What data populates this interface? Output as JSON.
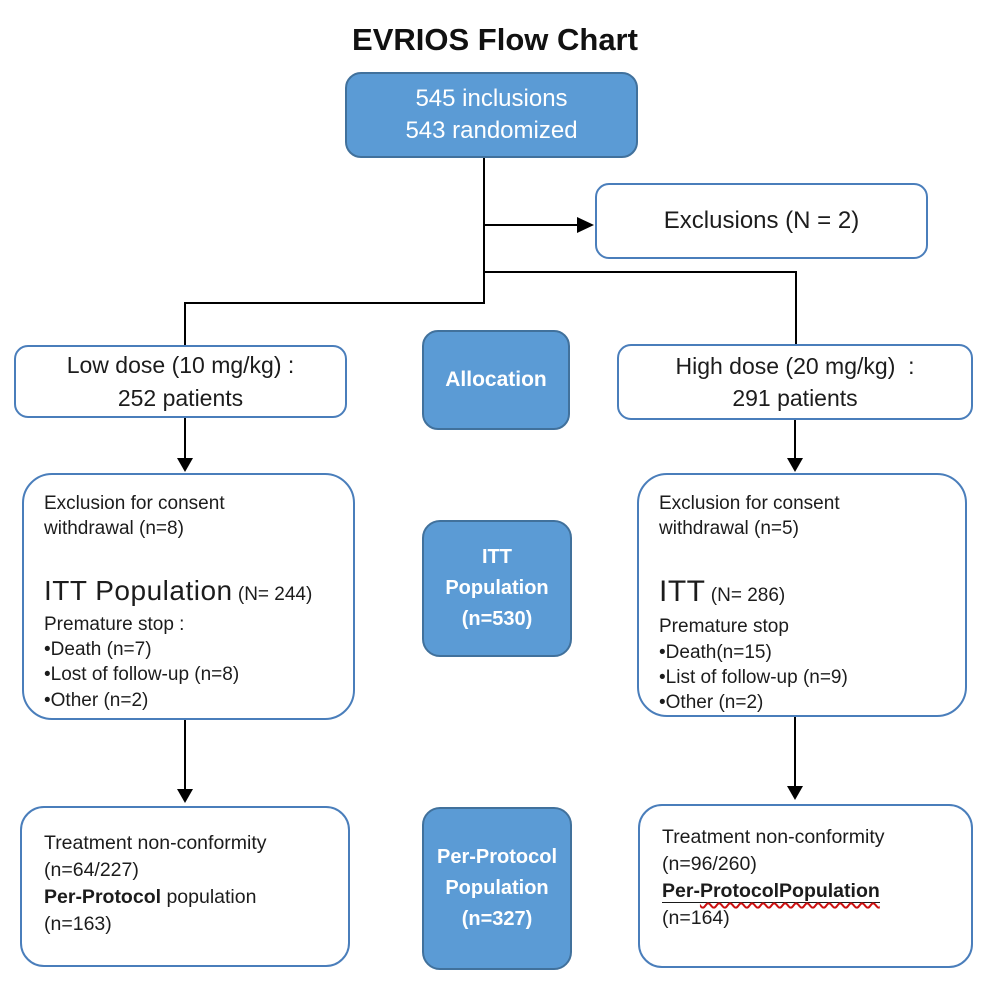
{
  "title": "EVRIOS Flow Chart",
  "colors": {
    "box_fill": "#5b9bd5",
    "box_fill_border": "#41719c",
    "outline_box_border": "#4a7ebb",
    "connector": "#000000",
    "spellcheck_squiggle": "#cc1111"
  },
  "top_box": {
    "line1": "545 inclusions",
    "line2": "543 randomized"
  },
  "exclusions_box": {
    "label": "Exclusions (N = 2)"
  },
  "allocation_box": {
    "label": "Allocation"
  },
  "low_dose_box": {
    "line1": "Low dose (10 mg/kg) :",
    "line2": "252 patients"
  },
  "high_dose_box": {
    "line1": "High dose (20 mg/kg)  :",
    "line2": "291 patients"
  },
  "itt_left_box": {
    "exclusion": "Exclusion for consent withdrawal (n=8)",
    "population_big": "ITT Population",
    "population_n": " (N= 244)",
    "premature": "Premature stop :",
    "bullets": [
      "•Death (n=7)",
      "•Lost of follow-up (n=8)",
      "•Other (n=2)"
    ]
  },
  "itt_center_box": {
    "line1": "ITT",
    "line2": "Population",
    "line3": "(n=530)"
  },
  "itt_right_box": {
    "exclusion": "Exclusion for consent withdrawal (n=5)",
    "population_big": "ITT",
    "population_n": " (N= 286)",
    "premature": "Premature stop",
    "bullets": [
      "•Death(n=15)",
      "•List of follow-up (n=9)",
      "•Other (n=2)"
    ]
  },
  "pp_left_box": {
    "line1": "Treatment non-conformity",
    "line2": "(n=64/227)",
    "line3_bold": "Per-Protocol",
    "line3_rest": " population",
    "line4": "(n=163)"
  },
  "pp_center_box": {
    "line1": "Per-Protocol",
    "line2": "Population",
    "line3": "(n=327)"
  },
  "pp_right_box": {
    "line1": "Treatment non-conformity",
    "line2": "(n=96/260)",
    "line3_prefix": "Per-",
    "line3_wavy": "ProtocolPopulation",
    "line4": "(n=164)"
  }
}
